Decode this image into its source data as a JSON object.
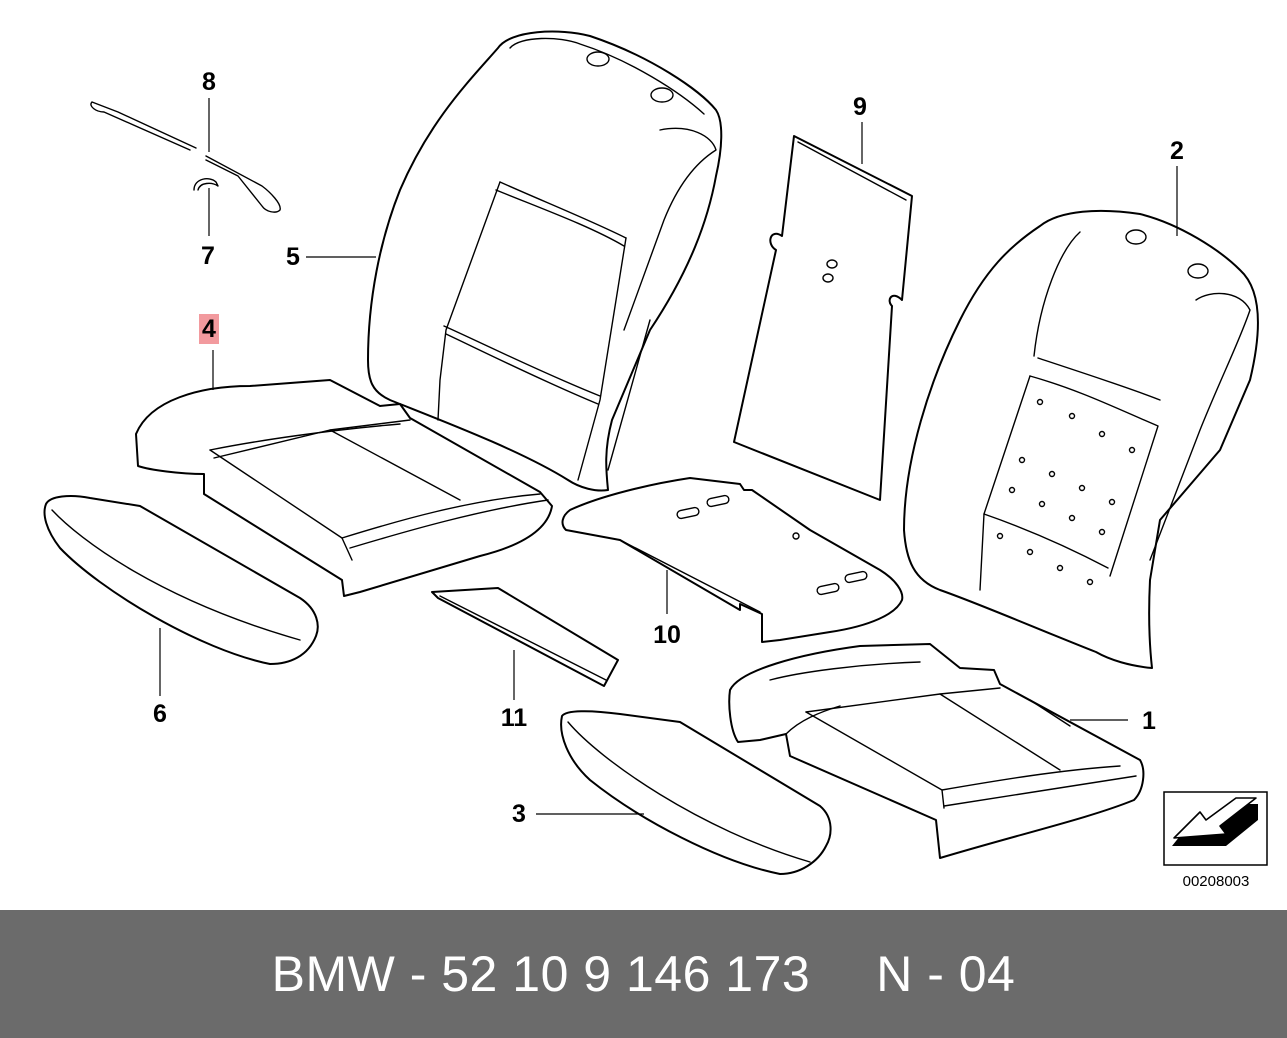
{
  "diagram": {
    "callouts": {
      "c1": "1",
      "c2": "2",
      "c3": "3",
      "c4": "4",
      "c5": "5",
      "c6": "6",
      "c7": "7",
      "c8": "8",
      "c9": "9",
      "c10": "10",
      "c11": "11"
    },
    "highlighted_callout": "4",
    "highlight_color": "#f29a9e",
    "reference_code": "00208003",
    "orientation_icon": "arrow-down-left-icon"
  },
  "footer": {
    "part_number": "BMW - 52 10 9 146 173",
    "position_code": "N - 04",
    "background_color": "#6b6b6b"
  }
}
